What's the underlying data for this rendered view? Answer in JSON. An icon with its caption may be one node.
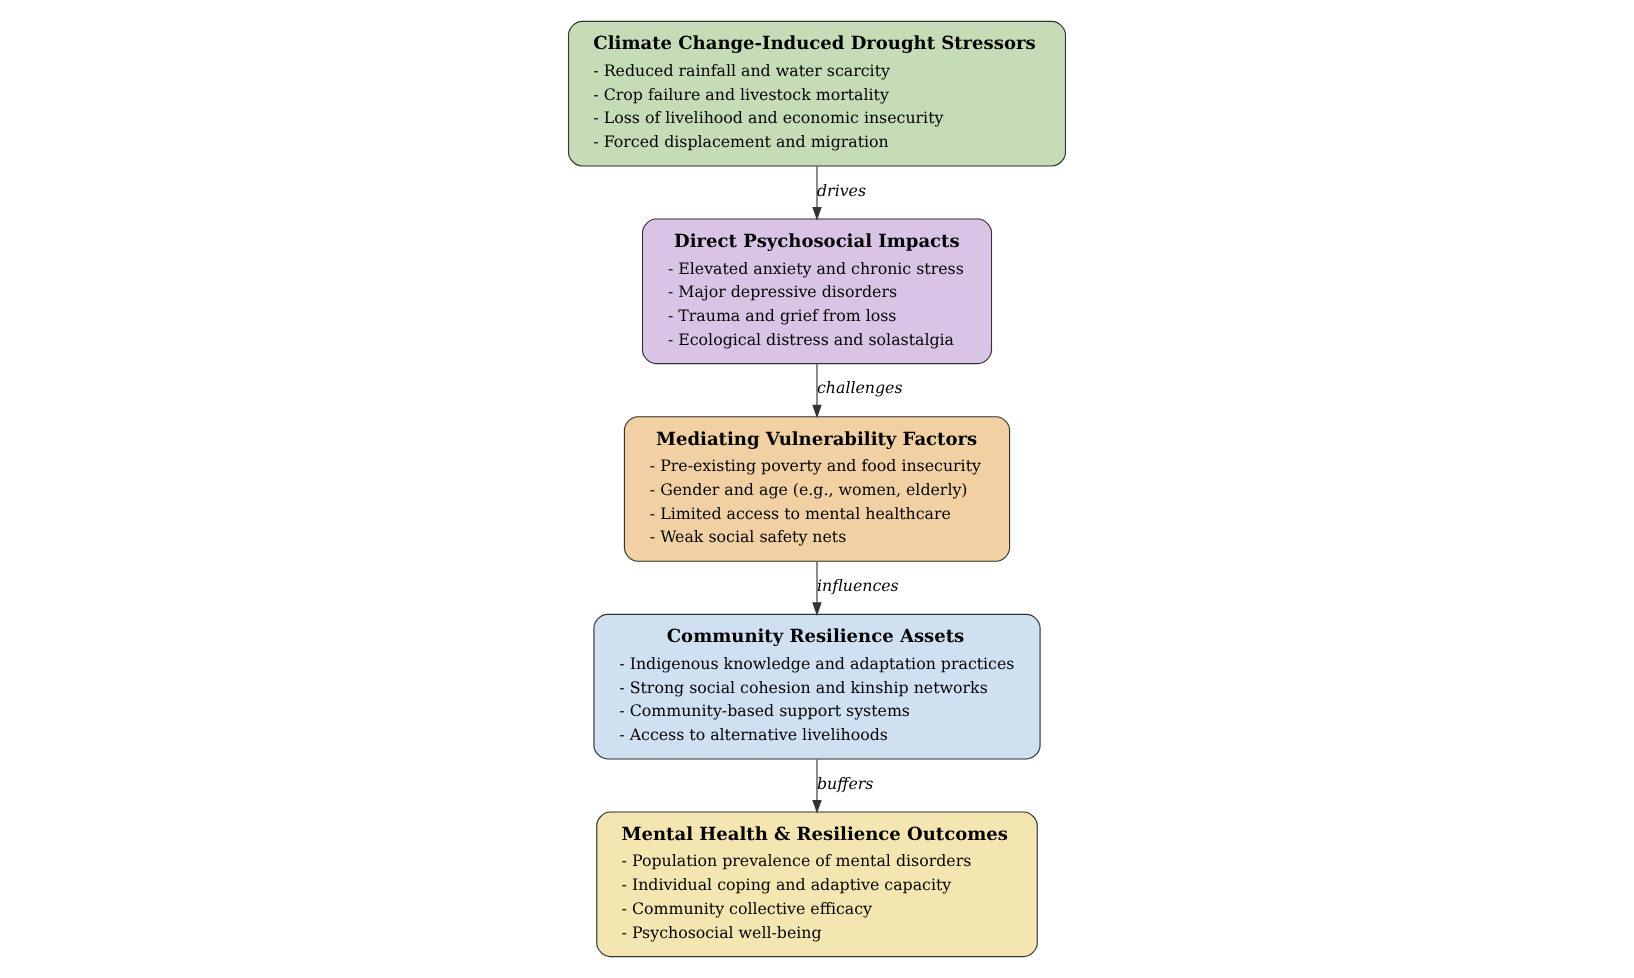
{
  "diagram": {
    "nodes": [
      {
        "text": [
          "Climate Change-Induced Drought Stressors",
          "- Reduced rainfall and water scarcity",
          "- Crop failure and livestock mortality",
          "- Loss of livelihood and economic insecurity",
          "- Forced displacement and migration"
        ]
      },
      {
        "text": [
          "Direct Psychosocial Impacts",
          "- Elevated anxiety and chronic stress",
          "- Major depressive disorders",
          "- Trauma and grief from loss",
          "- Ecological distress and solastalgia"
        ]
      },
      {
        "text": [
          "Mediating Vulnerability Factors",
          "- Pre-existing poverty and food insecurity",
          "- Gender and age (e.g., women, elderly)",
          "- Limited access to mental healthcare",
          "- Weak social safety nets"
        ]
      },
      {
        "text": [
          "Community Resilience Assets",
          "- Indigenous knowledge and adaptation practices",
          "- Strong social cohesion and kinship networks",
          "- Community-based support systems",
          "- Access to alternative livelihoods"
        ]
      },
      {
        "text": [
          "Mental Health & Resilience Outcomes",
          "- Population prevalence of mental disorders",
          "- Individual coping and adaptive capacity",
          "- Community collective efficacy",
          "- Psychosocial well-being"
        ]
      }
    ],
    "edges": [
      {
        "from": 0,
        "to": 1,
        "arrow": "to",
        "label": "drives"
      },
      {
        "from": 1,
        "to": 2,
        "arrow": "to",
        "label": "challenges"
      },
      {
        "from": 2,
        "to": 3,
        "arrow": "to",
        "label": "influences"
      },
      {
        "from": 3,
        "to": 4,
        "arrow": "to",
        "label": "buffers"
      }
    ]
  }
}
